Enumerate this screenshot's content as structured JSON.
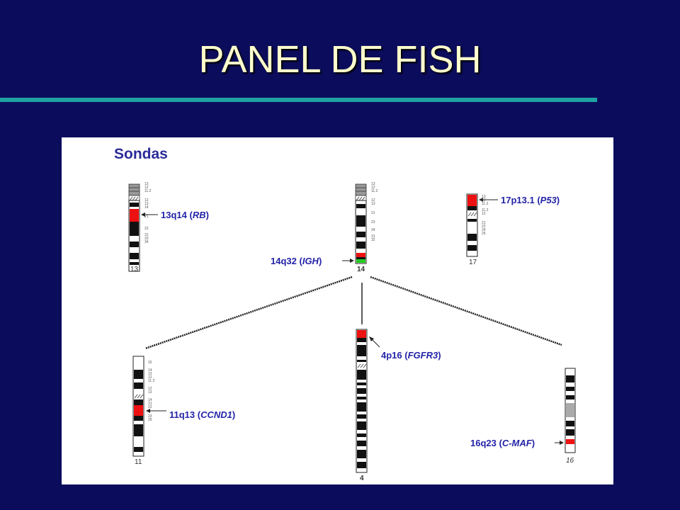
{
  "slide": {
    "title": "PANEL DE FISH"
  },
  "diagram": {
    "heading": "Sondas",
    "chromosomes": {
      "c13": {
        "number": "13",
        "probe": {
          "locus": "13q14",
          "gene": "RB"
        },
        "bands": [
          "13",
          "12",
          "11.2",
          "12",
          "13",
          "14",
          "21",
          "22",
          "31",
          "33",
          "34"
        ]
      },
      "c14": {
        "number": "14",
        "probe": {
          "locus": "14q32",
          "gene": "IGH"
        },
        "bands": [
          "13",
          "12",
          "11.2",
          "12",
          "13",
          "21",
          "23",
          "24",
          "31",
          "32"
        ]
      },
      "c17": {
        "number": "17",
        "probe": {
          "locus": "17p13.1",
          "gene": "P53"
        },
        "bands": [
          "13",
          "12",
          "11.2",
          "11.2",
          "12",
          "21",
          "22",
          "24",
          "25"
        ]
      },
      "c11": {
        "number": "11",
        "probe": {
          "locus": "11q13",
          "gene": "CCND1"
        },
        "bands": [
          "15",
          "14",
          "13",
          "12",
          "11.2",
          "12",
          "13",
          "14",
          "21",
          "22",
          "23",
          "25"
        ]
      },
      "c4": {
        "number": "4",
        "probe": {
          "locus": "4p16",
          "gene": "FGFR3"
        }
      },
      "c16": {
        "number": "16",
        "probe": {
          "locus": "16q23",
          "gene": "C-MAF"
        }
      }
    },
    "colors": {
      "probe_red": "#ee1111",
      "probe_green": "#22cc22",
      "label_blue": "#2323a8",
      "band_black": "#111111"
    }
  }
}
